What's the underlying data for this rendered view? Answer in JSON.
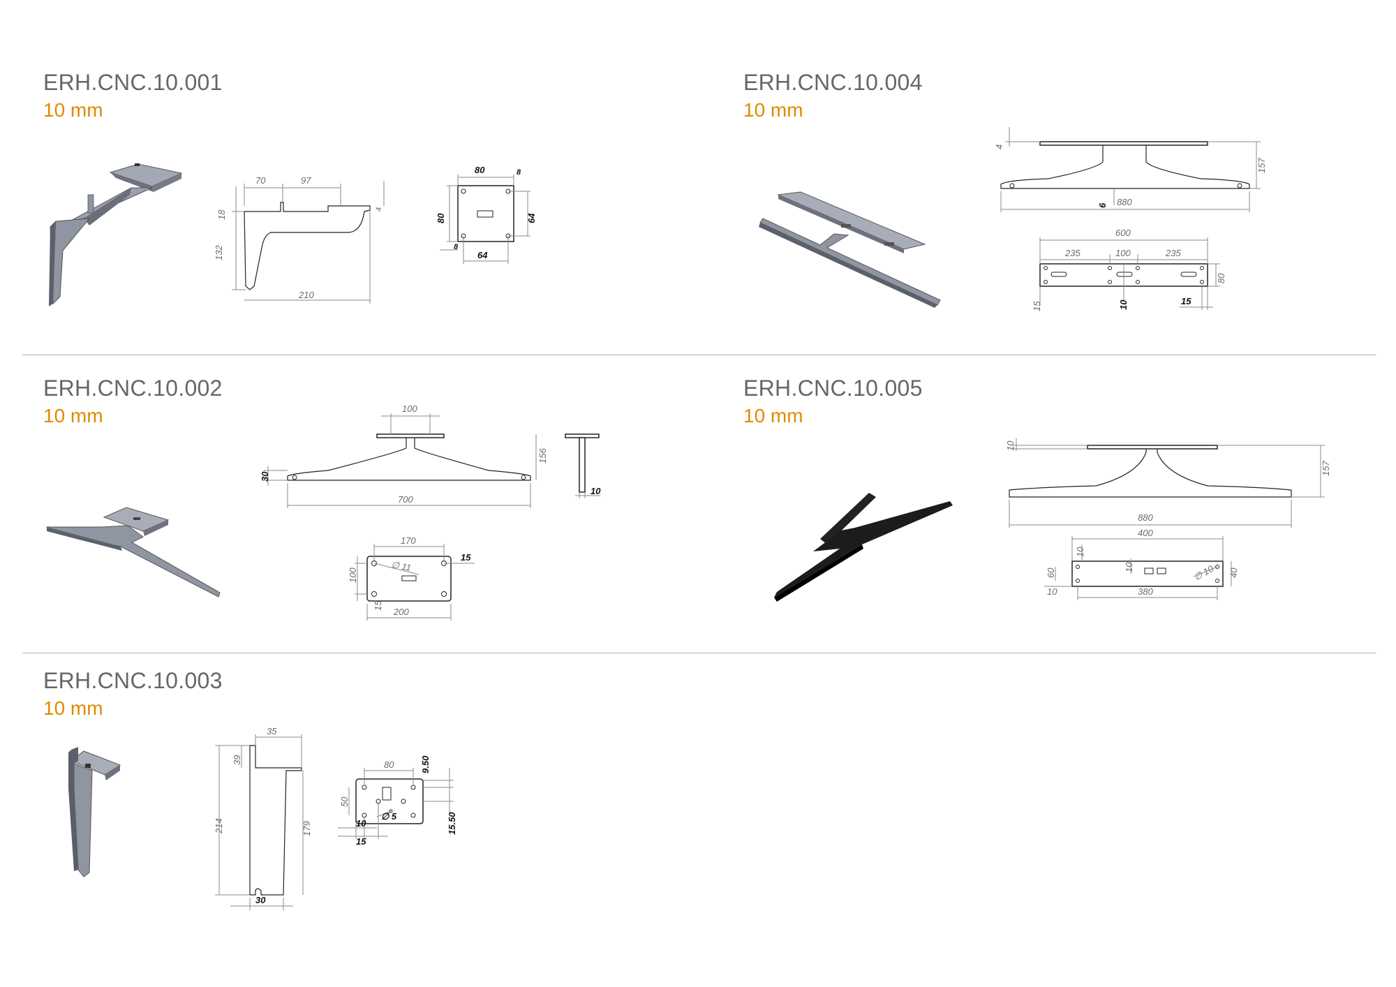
{
  "products": [
    {
      "code": "ERH.CNC.10.001",
      "thickness": "10 mm",
      "dimensions": [
        "70",
        "97",
        "18",
        "132",
        "210",
        "80",
        "80",
        "64",
        "64",
        "8"
      ]
    },
    {
      "code": "ERH.CNC.10.004",
      "thickness": "10 mm",
      "dimensions": [
        "4",
        "157",
        "6",
        "880",
        "600",
        "235",
        "100",
        "235",
        "80",
        "15",
        "10",
        "15"
      ]
    },
    {
      "code": "ERH.CNC.10.002",
      "thickness": "10 mm",
      "dimensions": [
        "100",
        "156",
        "30",
        "700",
        "10",
        "170",
        "∅ 11",
        "15",
        "100",
        "15",
        "200"
      ]
    },
    {
      "code": "ERH.CNC.10.005",
      "thickness": "10 mm",
      "dimensions": [
        "10",
        "157",
        "880",
        "400",
        "10",
        "10",
        "60",
        "∅ 10",
        "40",
        "10",
        "380"
      ]
    },
    {
      "code": "ERH.CNC.10.003",
      "thickness": "10 mm",
      "dimensions": [
        "35",
        "39",
        "214",
        "179",
        "30",
        "80",
        "9.50",
        "50",
        "∅ 5",
        "15.50",
        "10",
        "15"
      ]
    }
  ]
}
